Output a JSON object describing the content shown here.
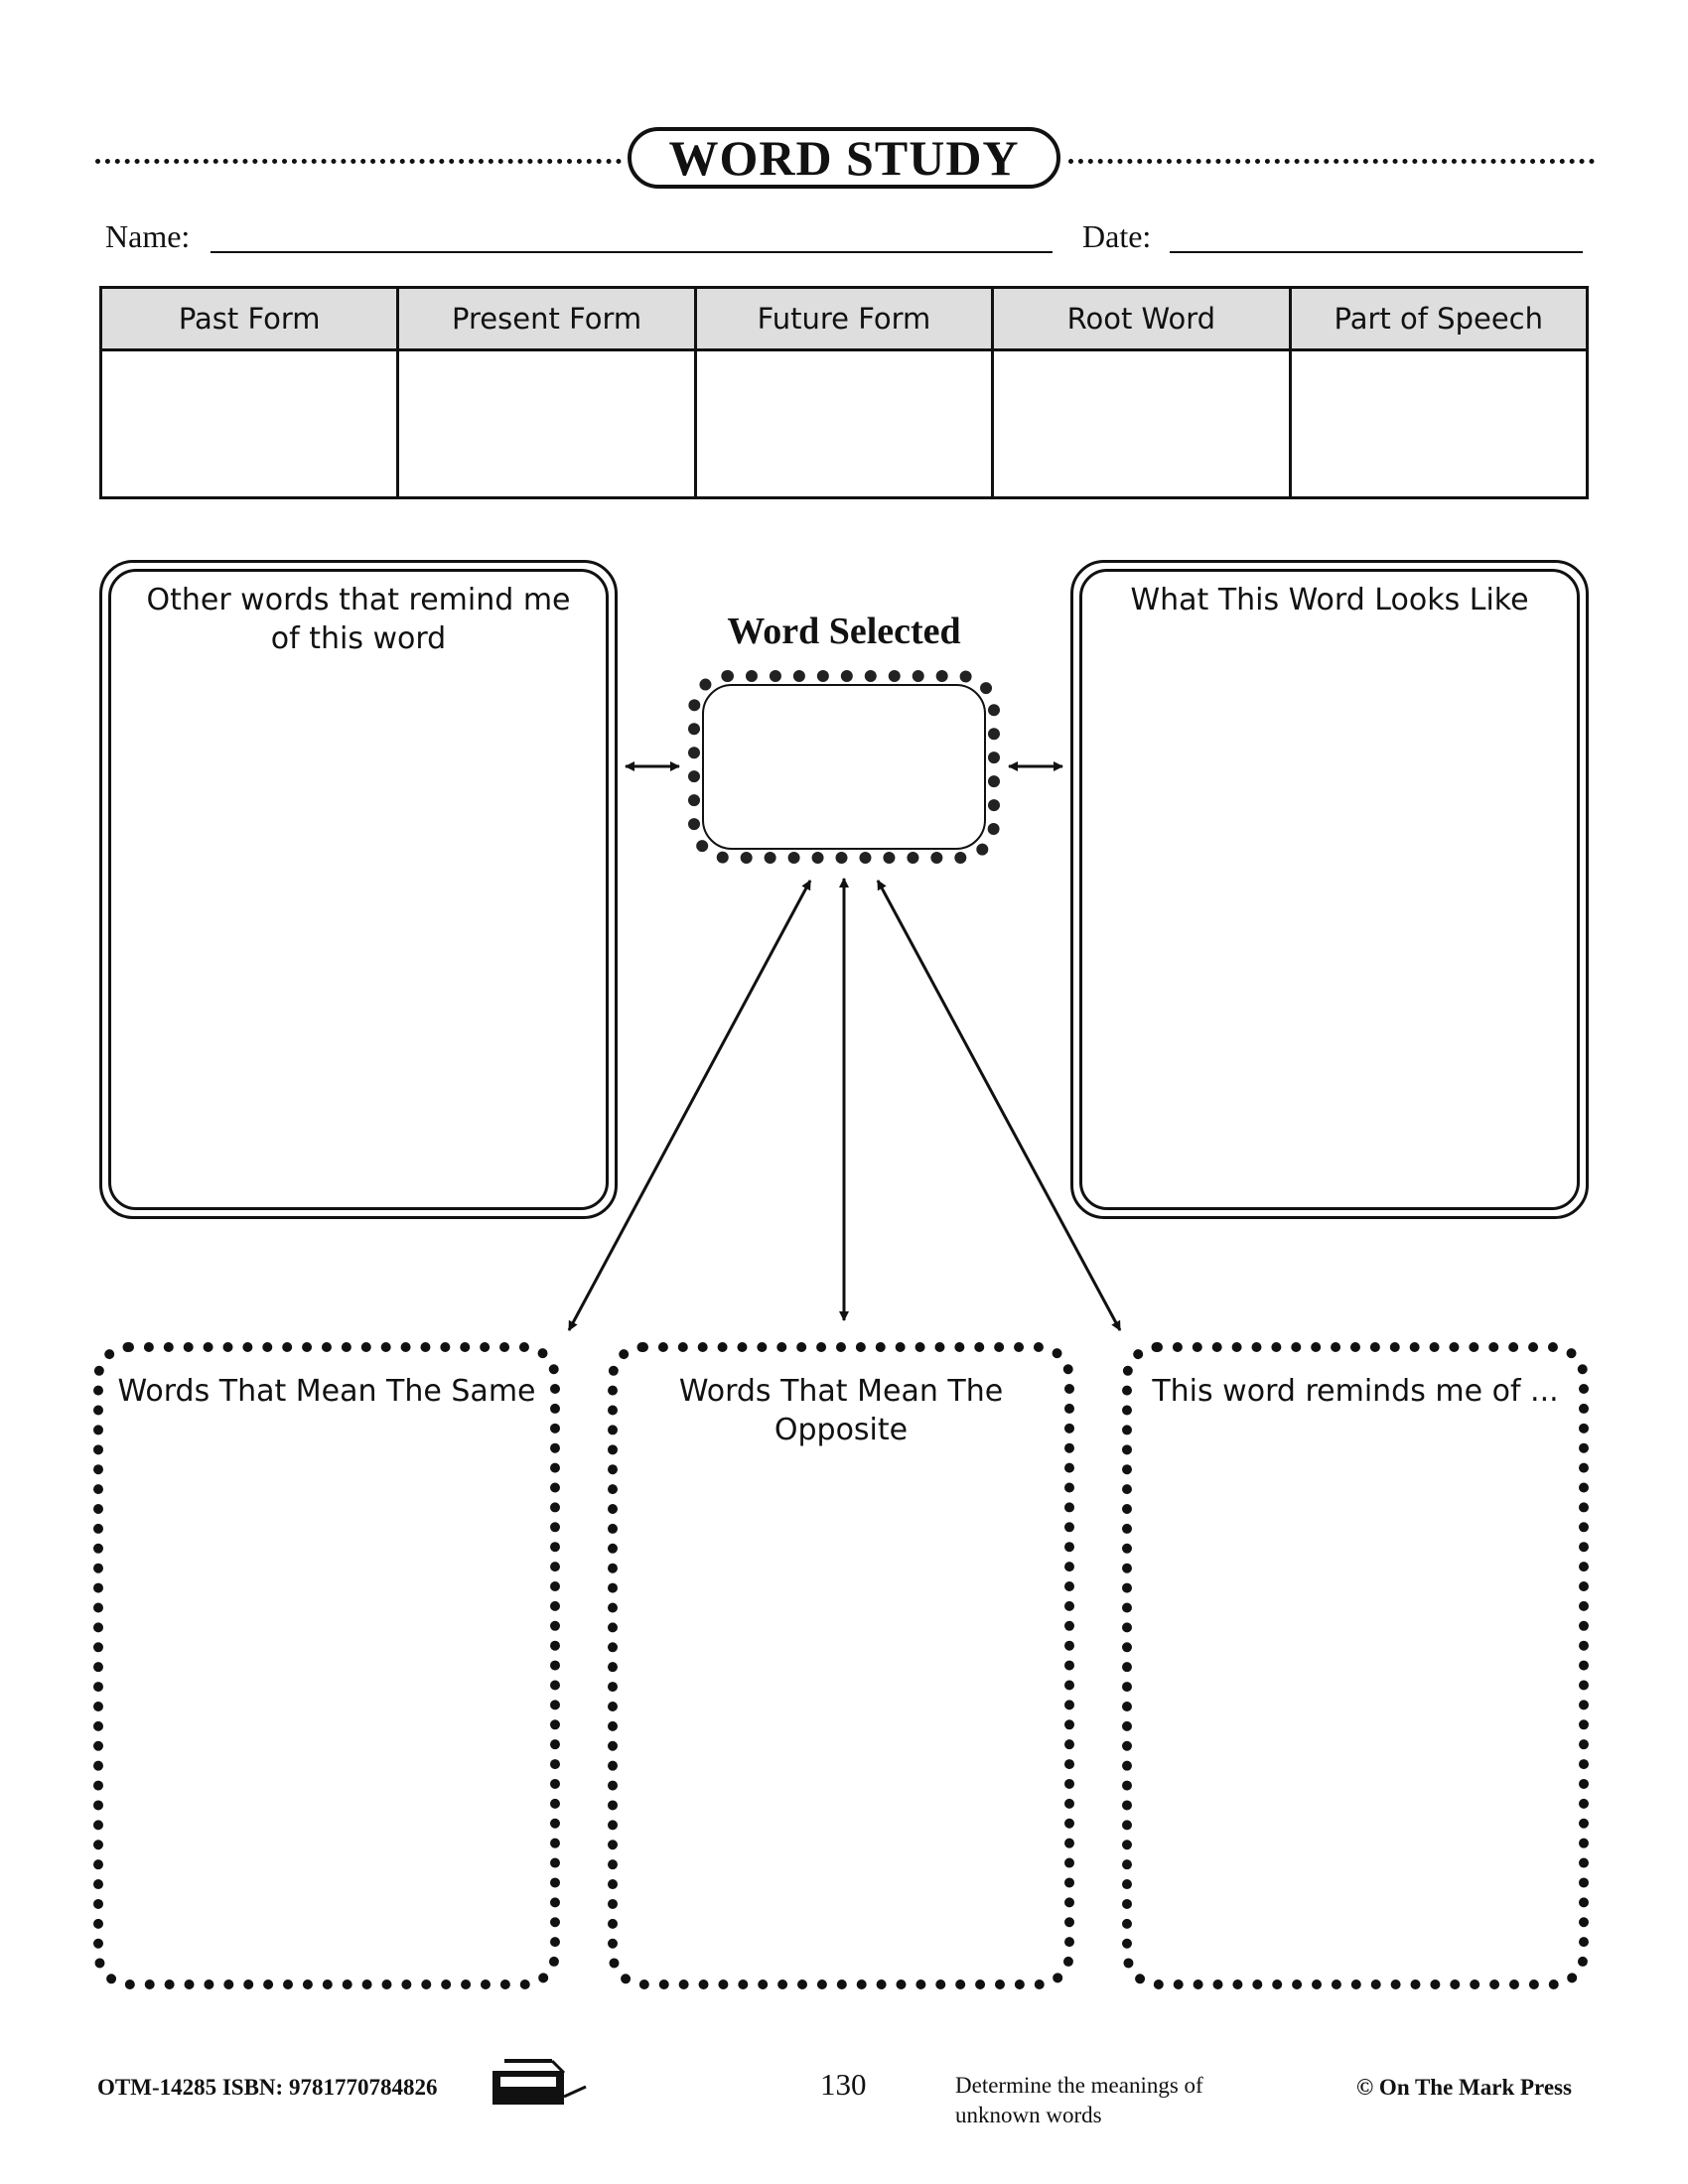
{
  "header": {
    "title": "WORD STUDY",
    "name_label": "Name:",
    "date_label": "Date:"
  },
  "table": {
    "headers": [
      "Past Form",
      "Present Form",
      "Future Form",
      "Root Word",
      "Part of Speech"
    ]
  },
  "boxes": {
    "other_words": "Other words that remind me of this word",
    "word_selected": "Word Selected",
    "looks_like": "What This Word Looks Like",
    "same": "Words That Mean The Same",
    "opposite": "Words That Mean The Opposite",
    "reminds": "This word reminds me of ..."
  },
  "footer": {
    "code": "OTM-14285  ISBN: 9781770784826",
    "page": "130",
    "note": "Determine the meanings of unknown words",
    "copyright": "© On The Mark Press"
  }
}
